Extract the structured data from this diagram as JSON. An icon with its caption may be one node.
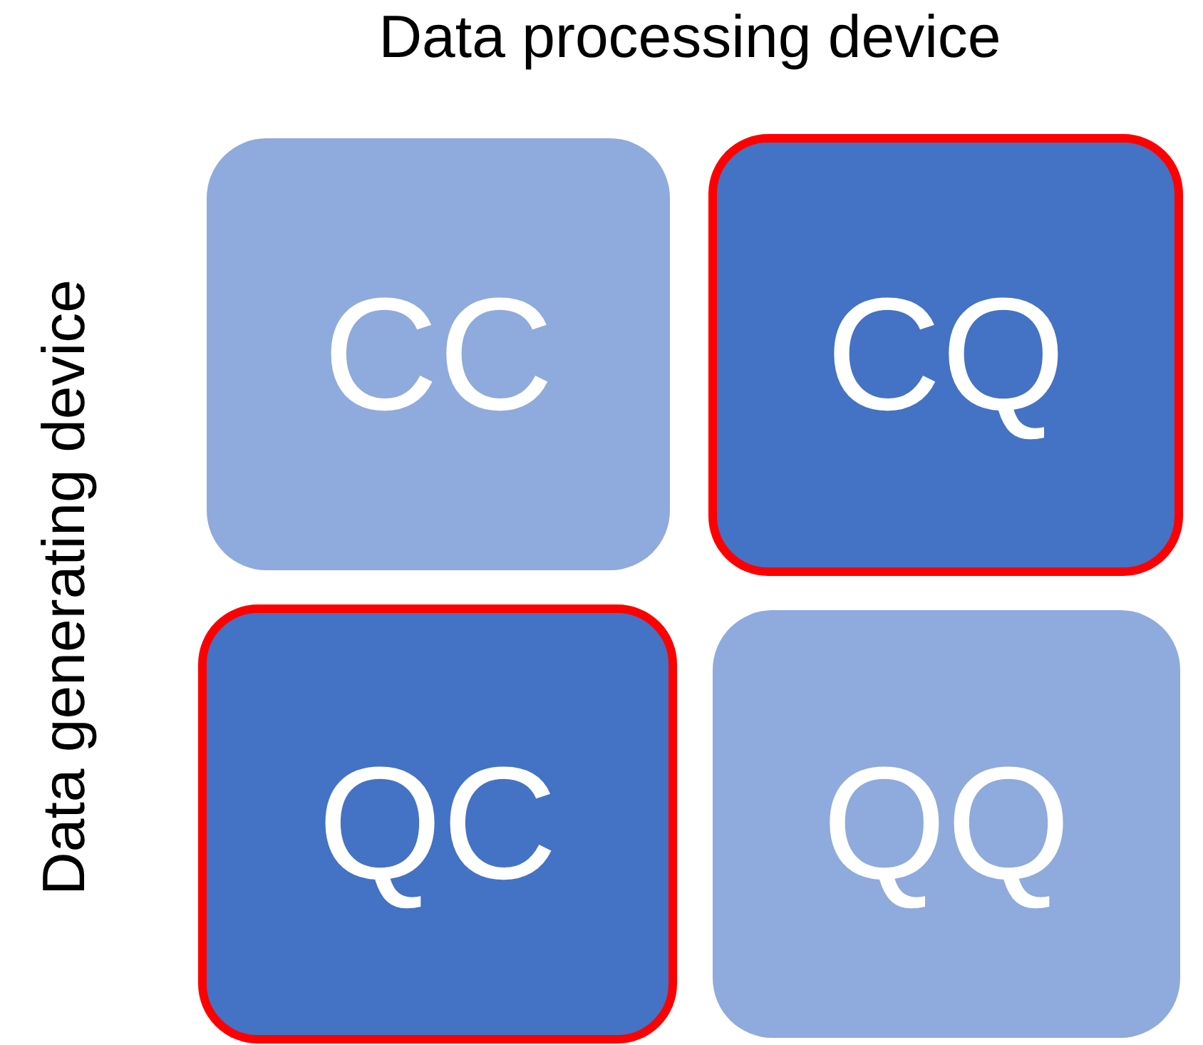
{
  "diagram": {
    "nodes": [
      {
        "text": [
          "CC"
        ]
      },
      {
        "text": [
          "CQ"
        ]
      },
      {
        "text": [
          "QC"
        ]
      },
      {
        "text": [
          "QQ"
        ]
      }
    ],
    "labels": [
      "Data processing device",
      "Data generating device"
    ]
  }
}
